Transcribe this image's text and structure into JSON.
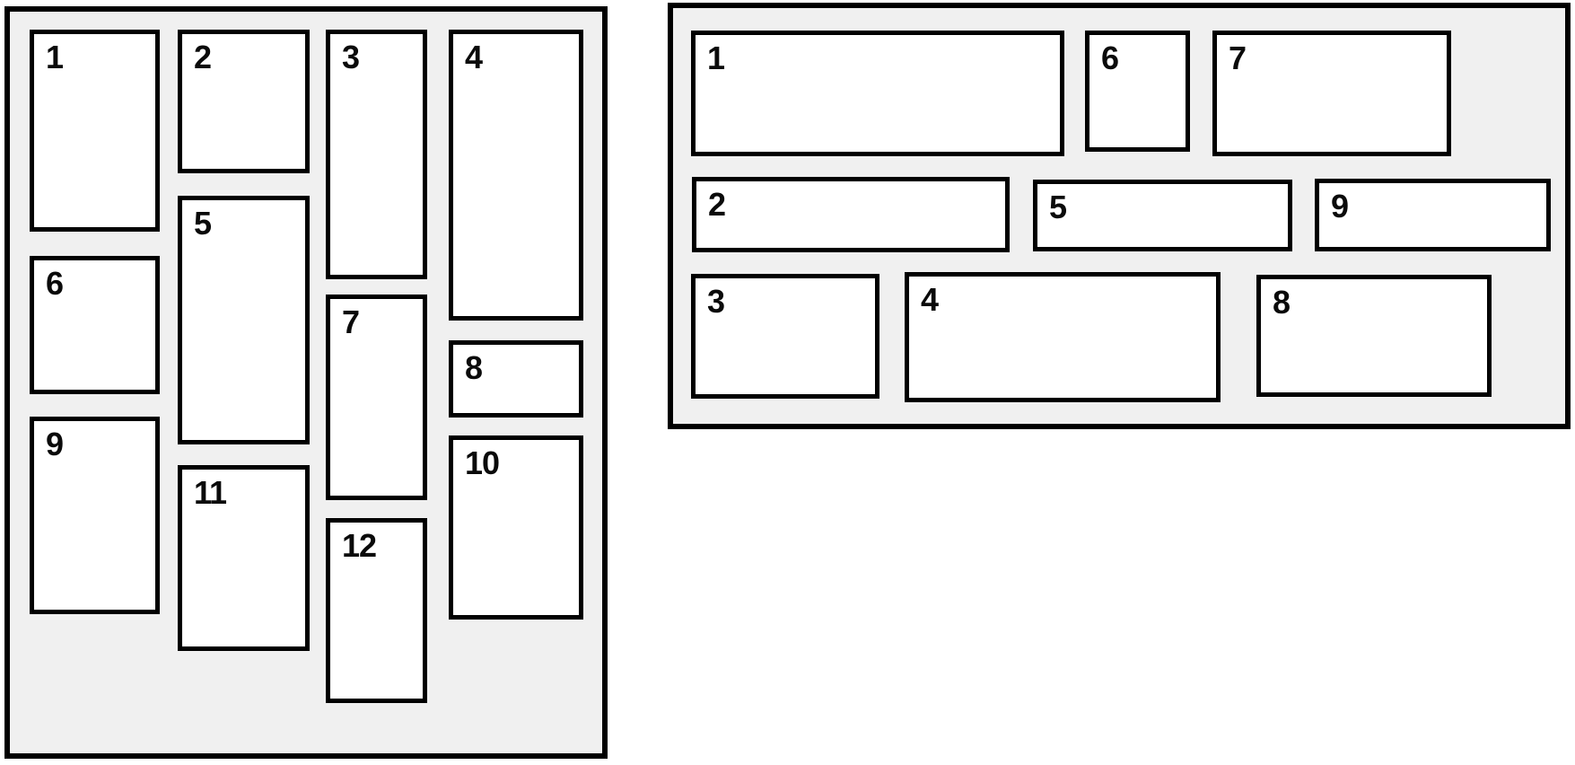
{
  "colors": {
    "page_background": "#ffffff",
    "panel_background": "#f0f0f0",
    "border": "#000000",
    "card_background": "#ffffff",
    "label_text": "#0a0a0a"
  },
  "left_panel": {
    "kind": "vertical-masonry",
    "items": [
      {
        "label": "1"
      },
      {
        "label": "2"
      },
      {
        "label": "3"
      },
      {
        "label": "4"
      },
      {
        "label": "5"
      },
      {
        "label": "6"
      },
      {
        "label": "7"
      },
      {
        "label": "8"
      },
      {
        "label": "9"
      },
      {
        "label": "10"
      },
      {
        "label": "11"
      },
      {
        "label": "12"
      }
    ]
  },
  "right_panel": {
    "kind": "horizontal-masonry",
    "items": [
      {
        "label": "1"
      },
      {
        "label": "2"
      },
      {
        "label": "3"
      },
      {
        "label": "4"
      },
      {
        "label": "5"
      },
      {
        "label": "6"
      },
      {
        "label": "7"
      },
      {
        "label": "8"
      },
      {
        "label": "9"
      }
    ]
  }
}
